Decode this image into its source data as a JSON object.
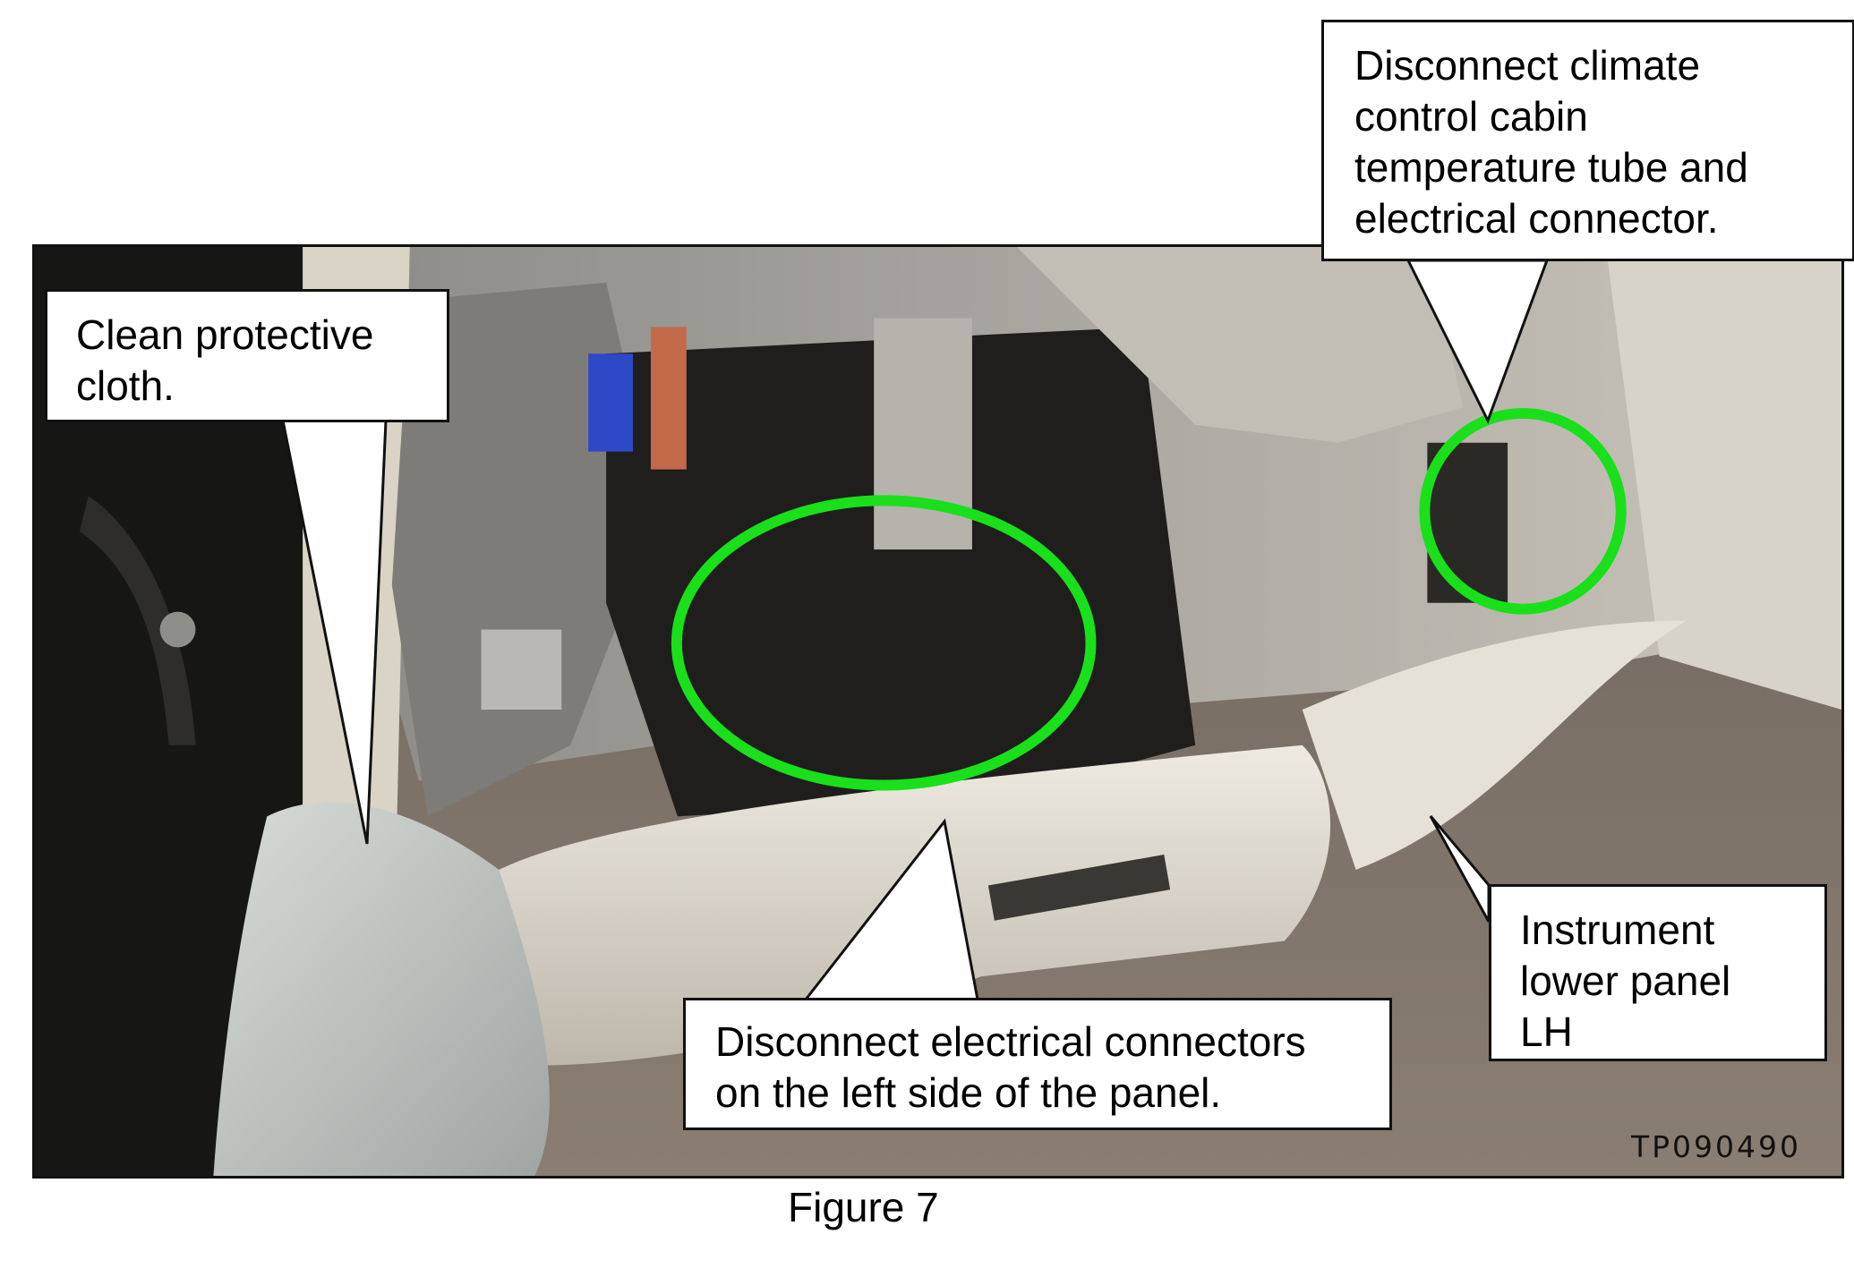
{
  "callouts": {
    "cloth": "Clean protective\ncloth.",
    "climate": "Disconnect climate\ncontrol cabin\ntemperature tube and\nelectrical connector.",
    "connectors": "Disconnect electrical connectors\non the left side of the panel.",
    "lower_panel": "Instrument\nlower panel\nLH"
  },
  "photo_code": "TP090490",
  "caption": "Figure 7",
  "colors": {
    "highlight_ring": "#19e01a",
    "border": "#111111"
  }
}
